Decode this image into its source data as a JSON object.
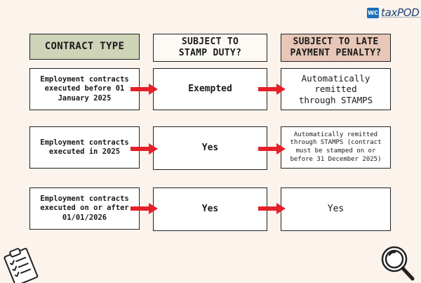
{
  "logo": {
    "badge": "WC",
    "name": "taxPOD"
  },
  "headers": {
    "contract_type": "CONTRACT TYPE",
    "stamp_duty": "SUBJECT TO STAMP DUTY?",
    "late_penalty": "SUBJECT TO LATE PAYMENT PENALTY?"
  },
  "rows": [
    {
      "contract": "Employment contracts executed before 01 January 2025",
      "stamp_duty": "Exempted",
      "late_penalty": "Automatically remitted through STAMPS"
    },
    {
      "contract": "Employment contracts executed in 2025",
      "stamp_duty": "Yes",
      "late_penalty": "Automatically remitted through STAMPS (contract must be stamped on or before 31 December 2025)"
    },
    {
      "contract": "Employment contracts executed on or after 01/01/2026",
      "stamp_duty": "Yes",
      "late_penalty": "Yes"
    }
  ],
  "colors": {
    "background": "#fbf3ec",
    "header_contract_type": "#cfd3b8",
    "header_late_penalty": "#e7c7b7",
    "arrow": "#e42028",
    "logo_blue": "#1d6fb8"
  },
  "icons": [
    "clipboard-checklist-icon",
    "magnifying-glass-icon",
    "right-arrow-icon"
  ]
}
